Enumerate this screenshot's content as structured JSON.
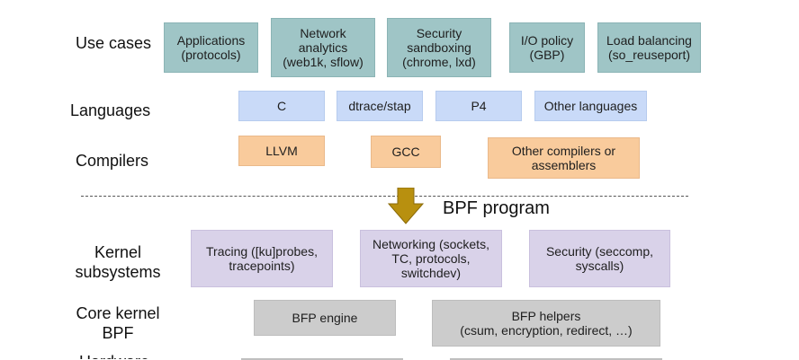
{
  "rows": {
    "use_cases": "Use cases",
    "languages": "Languages",
    "compilers": "Compilers",
    "kernel_subsystems": "Kernel\nsubsystems",
    "core_kernel_bpf": "Core kernel\nBPF",
    "cut_label": "Hardware"
  },
  "use_cases": [
    {
      "label": "Applications\n(protocols)"
    },
    {
      "label": "Network\nanalytics\n(web1k, sflow)"
    },
    {
      "label": "Security\nsandboxing\n(chrome, lxd)"
    },
    {
      "label": "I/O policy\n(GBP)"
    },
    {
      "label": "Load balancing\n(so_reuseport)"
    }
  ],
  "languages": [
    {
      "label": "C"
    },
    {
      "label": "dtrace/stap"
    },
    {
      "label": "P4"
    },
    {
      "label": "Other languages"
    }
  ],
  "compilers": [
    {
      "label": "LLVM"
    },
    {
      "label": "GCC"
    },
    {
      "label": "Other compilers or\nassemblers"
    }
  ],
  "bpf_program": "BPF program",
  "kernel_subsystems": [
    {
      "label": "Tracing ([ku]probes,\ntracepoints)"
    },
    {
      "label": "Networking (sockets,\nTC, protocols,\nswitchdev)"
    },
    {
      "label": "Security (seccomp,\nsyscalls)"
    }
  ],
  "core_kernel": [
    {
      "label": "BFP engine"
    },
    {
      "label": "BFP helpers\n(csum, encryption, redirect, …)"
    }
  ],
  "colors": {
    "use_cases": "#9fc5c6",
    "languages": "#c9daf8",
    "compilers": "#f9cb9c",
    "kernel_subsystems": "#d9d2e9",
    "core_kernel": "#cccccc",
    "arrow": "#b8900f"
  },
  "icons": {
    "arrow": "down-arrow-icon"
  }
}
